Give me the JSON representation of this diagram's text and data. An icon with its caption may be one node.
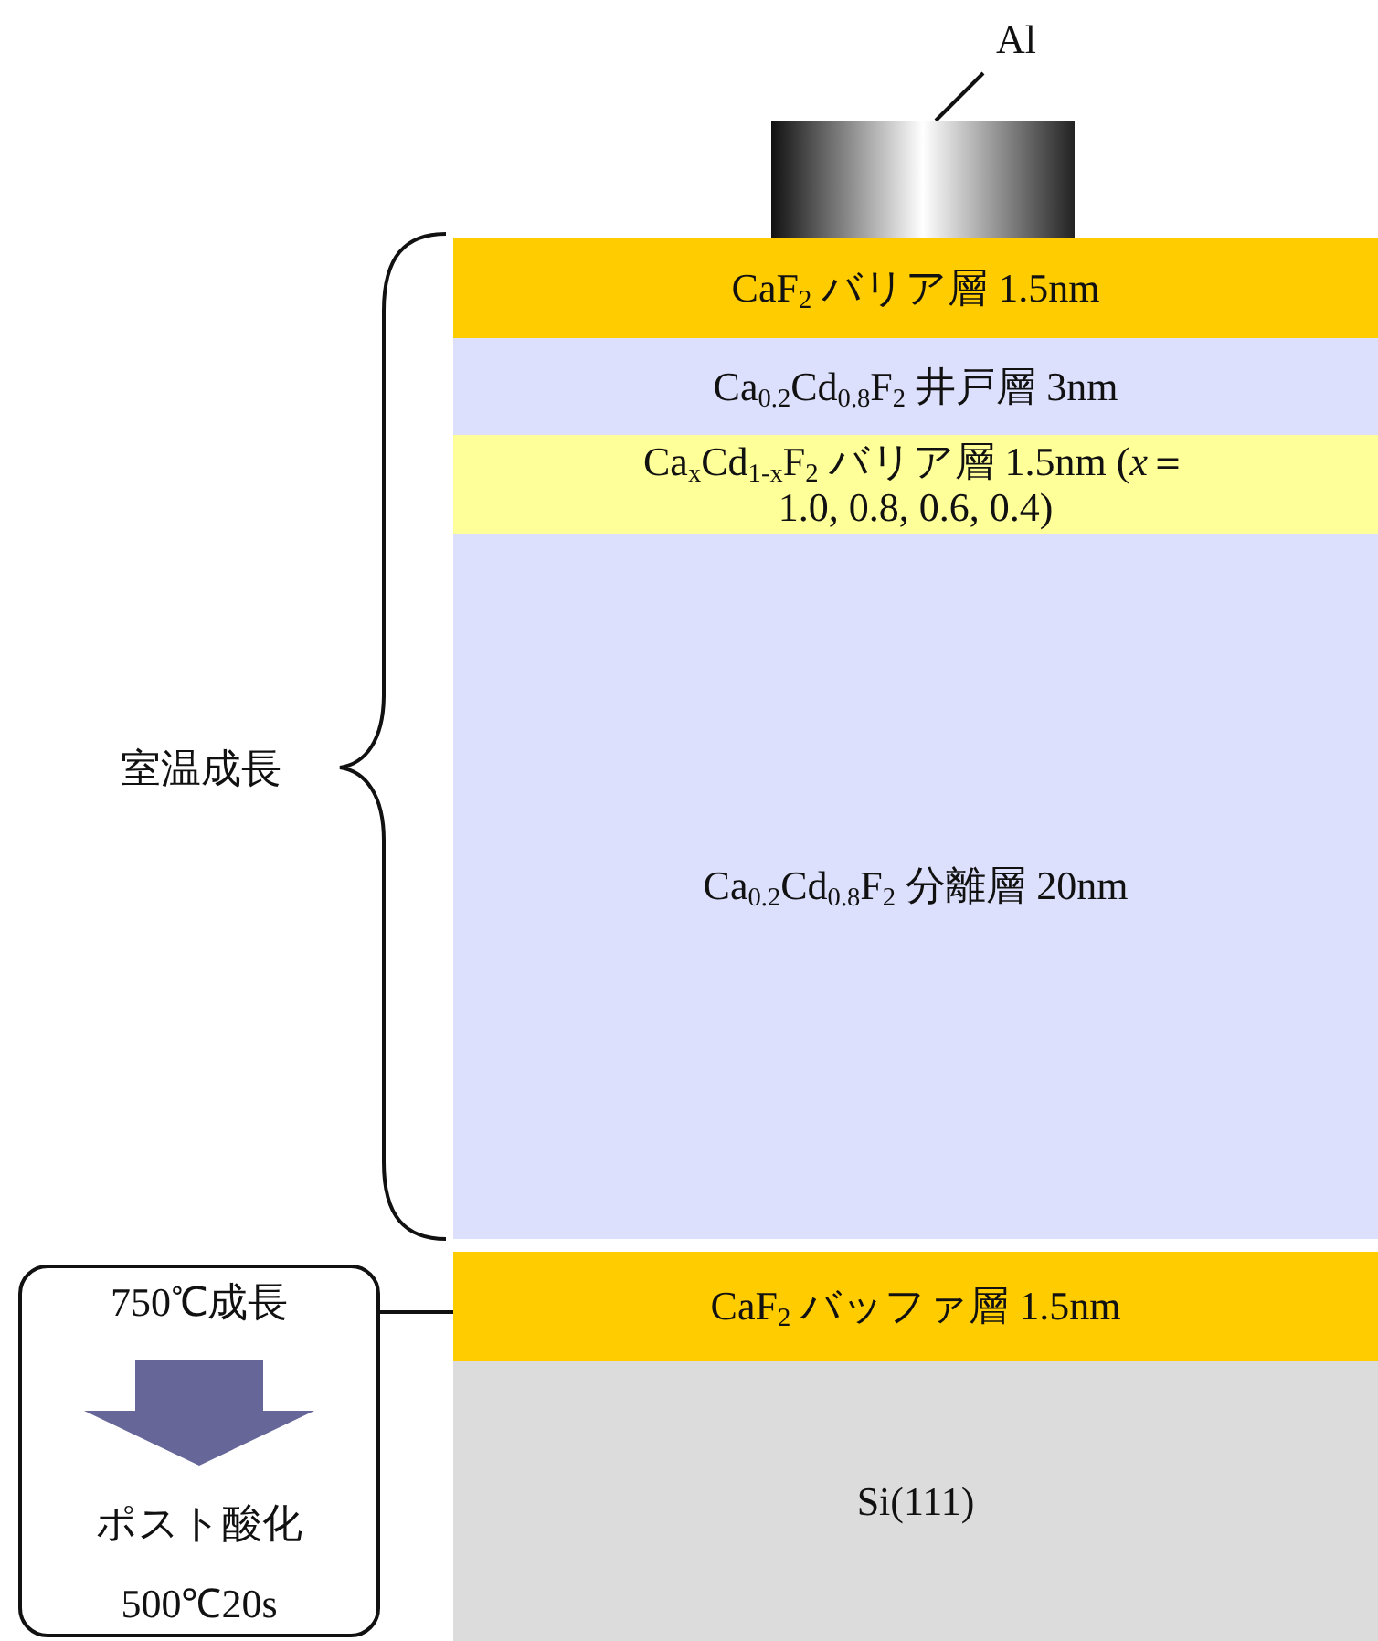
{
  "diagram": {
    "nodes": [
      {
        "text": [
          "Al"
        ]
      },
      {
        "text": [],
        "shape": "cylinder"
      },
      {
        "text": [
          "CaF$_{2}$ バリア層 1.5nm"
        ]
      },
      {
        "text": [
          "Ca$_{0.2}$Cd$_{0.8}$F$_{2}$ 井戸層 3nm"
        ]
      },
      {
        "text": [
          "Ca$_{x}$Cd$_{1-x}$F$_{2}$ バリア層 1.5nm (*x*＝1.0, 0.8, 0.6, 0.4)"
        ]
      },
      {
        "text": [
          "Ca$_{0.2}$Cd$_{0.8}$F$_{2}$ 分離層 20nm"
        ]
      },
      {
        "text": [
          "CaF$_{2}$ バッファ層 1.5nm"
        ]
      },
      {
        "text": [
          "Si(111)"
        ]
      },
      {
        "text": [
          "750℃成長",
          "ポスト酸化",
          "500℃20s"
        ]
      }
    ],
    "edges": [
      {
        "from": 0,
        "to": 1,
        "arrow": "none"
      },
      {
        "from": 8,
        "to": 6,
        "arrow": "none"
      }
    ],
    "labels": [
      "室温成長"
    ]
  }
}
